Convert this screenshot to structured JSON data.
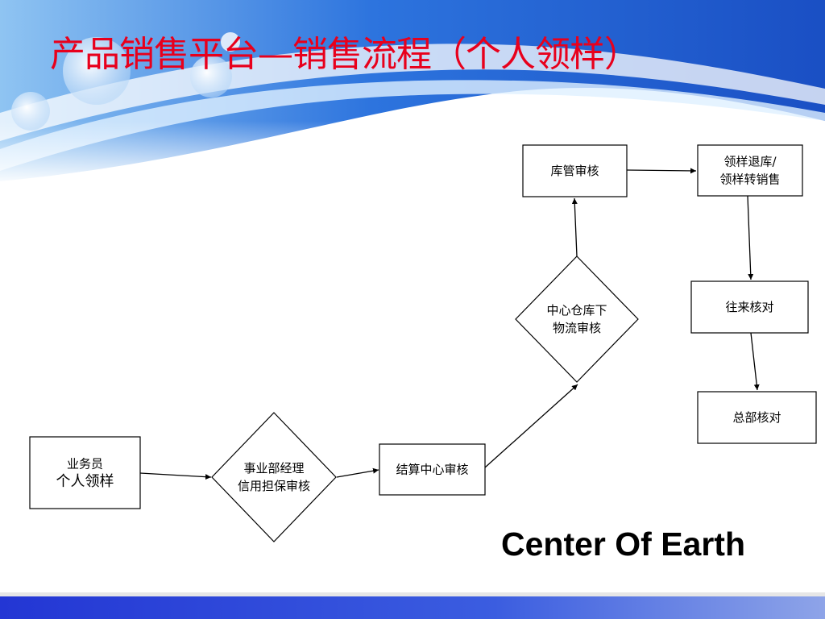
{
  "slide": {
    "title": "产品销售平台—销售流程（个人领样）",
    "footer_text": "Center Of Earth"
  },
  "colors": {
    "title": "#e8001c",
    "banner_blue": "#1f5fd1",
    "bottom_bar": "#2a3fd6",
    "line": "#000000"
  },
  "flow": {
    "nodes": [
      {
        "id": "start",
        "shape": "rectangle",
        "lines": [
          "业务员",
          "个人领样"
        ]
      },
      {
        "id": "dept-manager",
        "shape": "diamond",
        "lines": [
          "事业部经理",
          "信用担保审核"
        ]
      },
      {
        "id": "settlement",
        "shape": "rectangle",
        "lines": [
          "结算中心审核"
        ]
      },
      {
        "id": "warehouse-logistics",
        "shape": "diamond",
        "lines": [
          "中心仓库下",
          "物流审核"
        ]
      },
      {
        "id": "warehouse-keeper",
        "shape": "rectangle",
        "lines": [
          "库管审核"
        ]
      },
      {
        "id": "return-or-sale",
        "shape": "rectangle",
        "lines": [
          "领样退库/",
          "领样转销售"
        ]
      },
      {
        "id": "account-check",
        "shape": "rectangle",
        "lines": [
          "往来核对"
        ]
      },
      {
        "id": "hq-check",
        "shape": "rectangle",
        "lines": [
          "总部核对"
        ]
      }
    ],
    "edges": [
      {
        "from": "start",
        "to": "dept-manager"
      },
      {
        "from": "dept-manager",
        "to": "settlement"
      },
      {
        "from": "settlement",
        "to": "warehouse-logistics"
      },
      {
        "from": "warehouse-logistics",
        "to": "warehouse-keeper"
      },
      {
        "from": "warehouse-keeper",
        "to": "return-or-sale"
      },
      {
        "from": "return-or-sale",
        "to": "account-check"
      },
      {
        "from": "account-check",
        "to": "hq-check"
      }
    ]
  }
}
